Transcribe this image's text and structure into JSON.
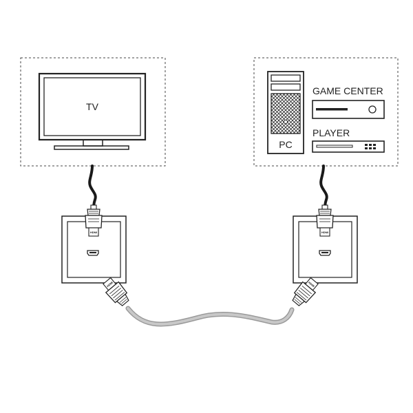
{
  "labels": {
    "tv": "TV",
    "pc": "PC",
    "game_center": "GAME CENTER",
    "player": "PLAYER",
    "hdmi": "HDMI"
  },
  "colors": {
    "outline": "#222222",
    "cable_black": "#1a1a1a",
    "cable_gray": "#b5b5b5",
    "wall_plate": "#ffffff",
    "dashed_frame": "#444444",
    "background": "#ffffff"
  }
}
